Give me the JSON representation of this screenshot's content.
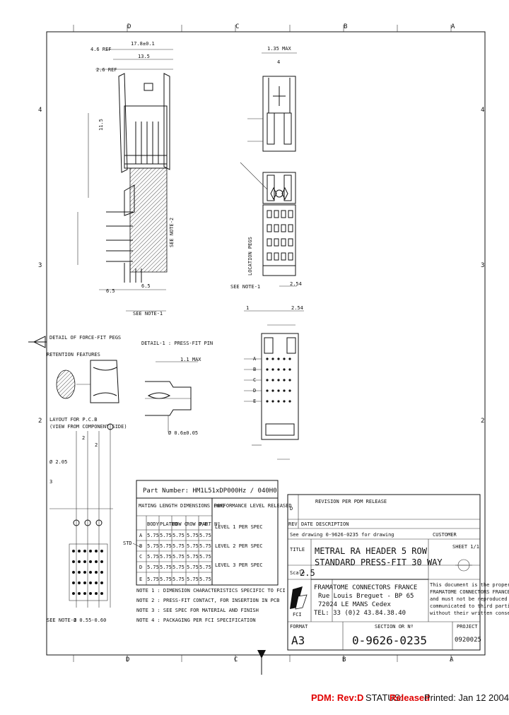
{
  "zone_letters_top": [
    "D",
    "C",
    "B",
    "A"
  ],
  "zone_numbers_side": [
    "4",
    "3",
    "2"
  ],
  "views": {
    "side": {
      "dims": [
        "4.6 REF",
        "17.8±0.1",
        "2.6 REF",
        "13.5",
        "6.5",
        "6.5",
        "SEE NOTE-1",
        "11.5"
      ],
      "note": "SEE NOTE-2"
    },
    "front_upper": {
      "dims": [
        "1.35 MAX",
        "4",
        "2.54"
      ],
      "labels": [
        "LOCATION PEGS",
        "SEE NOTE-1"
      ]
    },
    "front_lower": {
      "dims": [
        "1",
        "2.54"
      ],
      "rows": [
        "A",
        "B",
        "C",
        "D",
        "E"
      ]
    }
  },
  "details": {
    "force_fit": {
      "title": "DETAIL OF FORCE-FIT PEGS",
      "label": "RETENTION FEATURES"
    },
    "press_fit": {
      "title": "DETAIL-1 : PRESS-FIT PIN",
      "dims": [
        "1.1 MAX",
        "Ø 0.6±0.05"
      ]
    },
    "pcb": {
      "title": "LAYOUT FOR P.C.B",
      "subtitle": "(VIEW FROM COMPONENT SIDE)",
      "dims": [
        "2",
        "2",
        "Ø 2.05",
        "3",
        "Ø 0.55-0.60"
      ],
      "note": "SEE NOTE-1"
    }
  },
  "part_table": {
    "title": "Part Number: HM1L51xDP000Hz  / 040H0",
    "col_a": "MATING LENGTH DIMENSIONS (mm)",
    "col_b": "PERFORMANCE LEVEL RELEASED",
    "headers": [
      "",
      "BODY",
      "PLATED",
      "ROW C",
      "ROW D/E",
      "PART Nº"
    ],
    "rows": [
      [
        "A",
        "5.75",
        "5.75",
        "5.75",
        "5.75",
        "5.75"
      ],
      [
        "B",
        "5.75",
        "5.75",
        "5.75",
        "5.75",
        "5.75"
      ],
      [
        "C",
        "5.75",
        "5.75",
        "5.75",
        "5.75",
        "5.75"
      ],
      [
        "D",
        "5.75",
        "5.75",
        "5.75",
        "5.75",
        "5.75"
      ],
      [
        "E",
        "5.75",
        "5.75",
        "5.75",
        "5.75",
        "5.75"
      ]
    ],
    "perf": [
      "LEVEL 1 PER SPEC",
      "LEVEL 2 PER SPEC",
      "LEVEL 3 PER SPEC"
    ],
    "row_prefix": "STD"
  },
  "notes": [
    "NOTE 1 : DIMENSION CHARACTERISTICS SPECIFIC TO FCI",
    "NOTE 2 : PRESS-FIT CONTACT, FOR INSERTION IN PCB",
    "NOTE 3 : SEE SPEC FOR MATERIAL AND FINISH",
    "NOTE 4 : PACKAGING PER FCI SPECIFICATION"
  ],
  "title_block": {
    "revisions": [
      {
        "rev": "D",
        "desc": "REVISION PER PDM RELEASE"
      },
      {
        "rev": "REV",
        "desc": "DATE  DESCRIPTION"
      }
    ],
    "ref_note": "See drawing 0-9626-0235 for drawing",
    "custom": "CUSTOMER",
    "title_label": "TITLE",
    "title_lines": [
      "METRAL RA HEADER 5 ROW",
      "STANDARD PRESS-FIT 30 WAY"
    ],
    "scale_label": "Scale",
    "scale": "2.5",
    "sheet": "SHEET 1/1",
    "company": [
      "FRAMATOME CONNECTORS FRANCE",
      "Rue Louis Breguet - BP 65",
      "72024 LE MANS Cedex",
      "TEL: 33 (0)2 43.84.38.40"
    ],
    "logo": "FCI",
    "confidential": [
      "This document is the property of",
      "FRAMATOME CONNECTORS FRANCE",
      "and must not be reproduced or",
      "communicated to third parties",
      "without their written consent"
    ],
    "format_label": "FORMAT",
    "format": "A3",
    "section_label": "SECTION OR Nº",
    "drawing_number": "0-9626-0235",
    "project_label": "PROJECT",
    "project": "0920025"
  },
  "footer": {
    "pdm": "PDM: Rev:D",
    "status_label": "STATUS:",
    "status": "Released",
    "printed": "Printed: Jan 12 2004"
  }
}
